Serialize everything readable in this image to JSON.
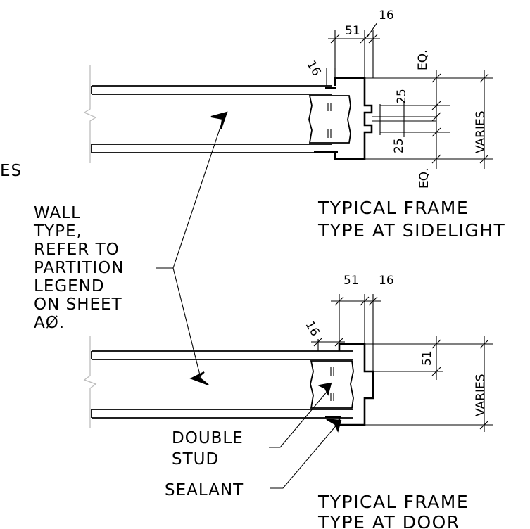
{
  "edge_label": "ES",
  "wall_note": [
    "WALL",
    "TYPE,",
    "REFER TO",
    "PARTITION",
    "LEGEND",
    "ON SHEET",
    "AØ."
  ],
  "upper_detail": {
    "title": [
      "TYPICAL FRAME",
      "TYPE AT SIDELIGHT"
    ],
    "dims": {
      "frame_depth": "51",
      "stop": "16",
      "gap": "16",
      "eq_top": "EQ.",
      "eq_bottom": "EQ.",
      "stop_upper": "25",
      "stop_lower": "25",
      "overall": "VARIES"
    }
  },
  "lower_detail": {
    "title": [
      "TYPICAL FRAME",
      "TYPE AT DOOR"
    ],
    "dims": {
      "frame_depth": "51",
      "stop": "16",
      "gap": "16",
      "rabbet": "51",
      "overall": "VARIES"
    },
    "notes": {
      "double_stud": [
        "DOUBLE",
        "STUD"
      ],
      "sealant": "SEALANT"
    }
  }
}
